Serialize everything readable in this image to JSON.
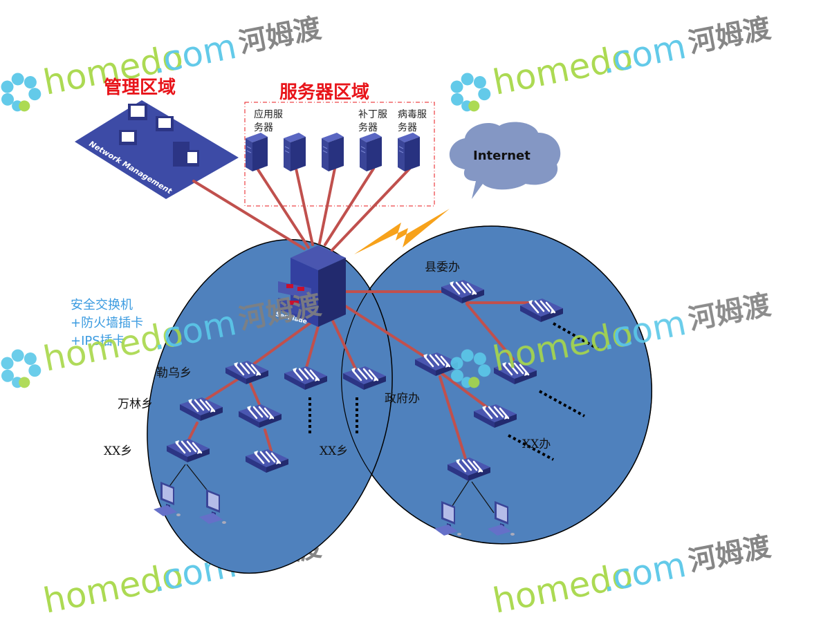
{
  "title": "Network topology diagram",
  "regions": {
    "management": {
      "title": "管理区域",
      "panel_text": "Network Management"
    },
    "servers": {
      "title": "服务器区域",
      "servers": [
        {
          "label_line1": "应用服",
          "label_line2": "务器"
        },
        {
          "label_line1": "",
          "label_line2": ""
        },
        {
          "label_line1": "",
          "label_line2": ""
        },
        {
          "label_line1": "补丁服",
          "label_line2": "务器"
        },
        {
          "label_line1": "病毒服",
          "label_line2": "务器"
        }
      ]
    },
    "internet": {
      "label": "Internet"
    }
  },
  "core": {
    "label_line1": "安全交换机",
    "label_line2": "+防火墙插卡",
    "label_line3": "+IPS插卡",
    "blade_text": "SecBlade"
  },
  "nodes": {
    "lewu": "勒乌乡",
    "wanlin": "万林乡",
    "xx_xiang_left": "XX乡",
    "xx_xiang_mid": "XX乡",
    "xianweiban": "县委办",
    "zhengfuban": "政府办",
    "xx_ban": "XX办"
  },
  "watermark": {
    "brand": "homedo",
    "domain": ".com",
    "cn": "河姆渡"
  },
  "colors": {
    "ellipse_fill": "#4f81bd",
    "link_red": "#c0504d",
    "title_red": "#e8141a",
    "device_blue": "#2e3a8c",
    "cloud": "#8497c4",
    "lightning": "#f7a21b",
    "sec_label": "#3b9be0"
  }
}
